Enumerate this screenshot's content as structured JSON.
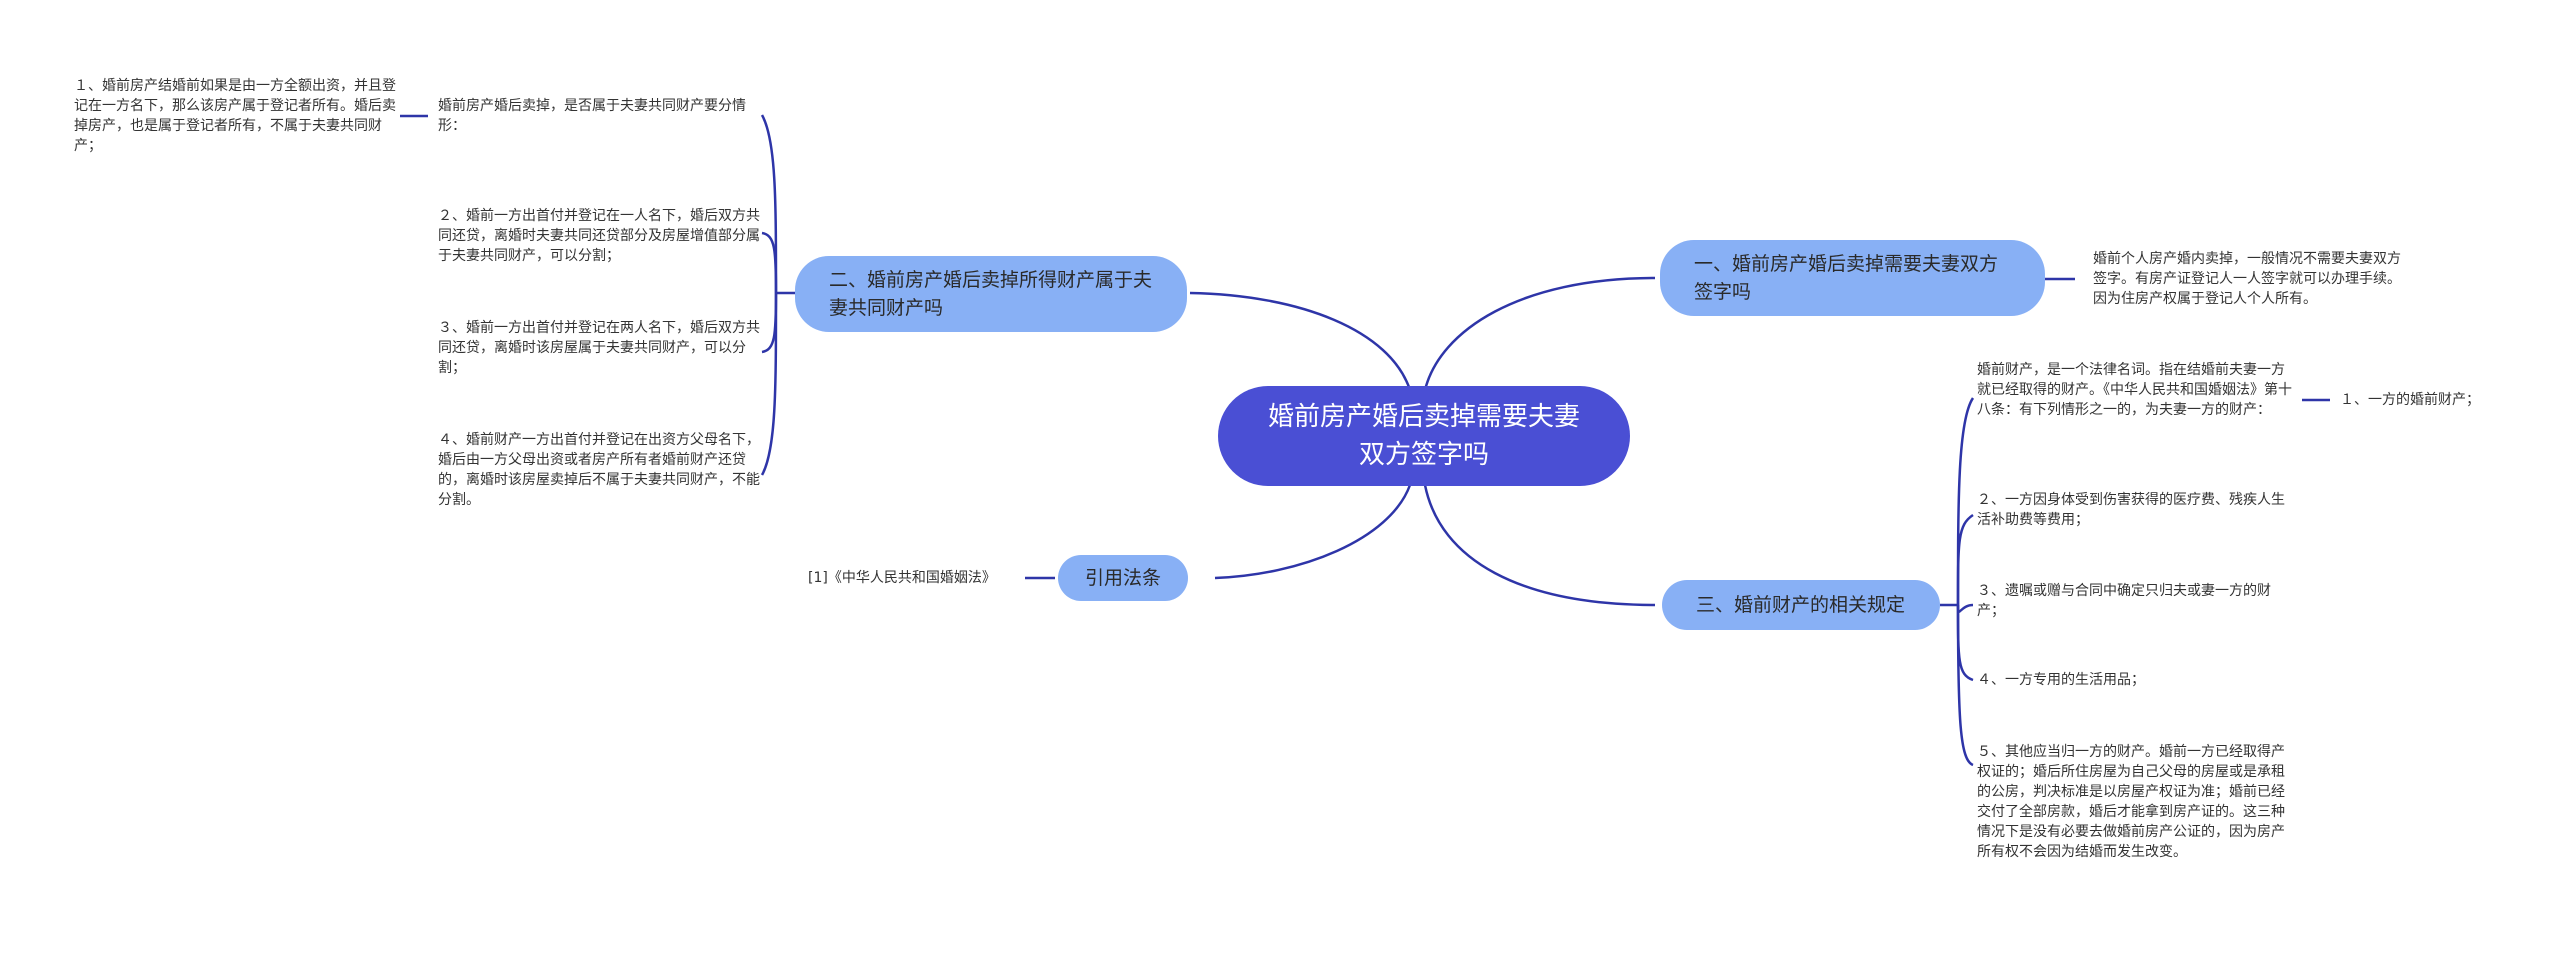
{
  "root": {
    "title": "婚前房产婚后卖掉需要夫妻双方签字吗"
  },
  "branches": [
    {
      "label": "一、婚前房产婚后卖掉需要夫妻双方签字吗",
      "children": [
        {
          "text": "婚前个人房产婚内卖掉，一般情况不需要夫妻双方签字。有房产证登记人一人签字就可以办理手续。因为住房产权属于登记人个人所有。"
        }
      ]
    },
    {
      "label": "二、婚前房产婚后卖掉所得财产属于夫妻共同财产吗",
      "children": [
        {
          "text": "婚前房产婚后卖掉，是否属于夫妻共同财产要分情形：",
          "children": [
            {
              "text": "１、婚前房产结婚前如果是由一方全额出资，并且登记在一方名下，那么该房产属于登记者所有。婚后卖掉房产，也是属于登记者所有，不属于夫妻共同财产；"
            }
          ]
        },
        {
          "text": "２、婚前一方出首付并登记在一人名下，婚后双方共同还贷，离婚时夫妻共同还贷部分及房屋增值部分属于夫妻共同财产，可以分割；"
        },
        {
          "text": "３、婚前一方出首付并登记在两人名下，婚后双方共同还贷，离婚时该房屋属于夫妻共同财产，可以分割；"
        },
        {
          "text": "４、婚前财产一方出首付并登记在出资方父母名下，婚后由一方父母出资或者房产所有者婚前财产还贷的，离婚时该房屋卖掉后不属于夫妻共同财产，不能分割。"
        }
      ]
    },
    {
      "label": "三、婚前财产的相关规定",
      "children": [
        {
          "text": "婚前财产，是一个法律名词。指在结婚前夫妻一方就已经取得的财产。《中华人民共和国婚姻法》第十八条：有下列情形之一的，为夫妻一方的财产：",
          "children": [
            {
              "text": "１、一方的婚前财产；"
            }
          ]
        },
        {
          "text": "２、一方因身体受到伤害获得的医疗费、残疾人生活补助费等费用；"
        },
        {
          "text": "３、遗嘱或赠与合同中确定只归夫或妻一方的财产；"
        },
        {
          "text": "４、一方专用的生活用品；"
        },
        {
          "text": "５、其他应当归一方的财产。婚前一方已经取得产权证的；婚后所住房屋为自己父母的房屋或是承租的公房，判决标准是以房屋产权证为准；婚前已经交付了全部房款，婚后才能拿到房产证的。这三种情况下是没有必要去做婚前房产公证的，因为房产所有权不会因为结婚而发生改变。"
        }
      ]
    },
    {
      "label": "引用法条",
      "children": [
        {
          "text": "[1]《中华人民共和国婚姻法》"
        }
      ]
    }
  ],
  "colors": {
    "root": "#4a4fd4",
    "branch": "#88b0f5",
    "line": "#2e35a8"
  }
}
